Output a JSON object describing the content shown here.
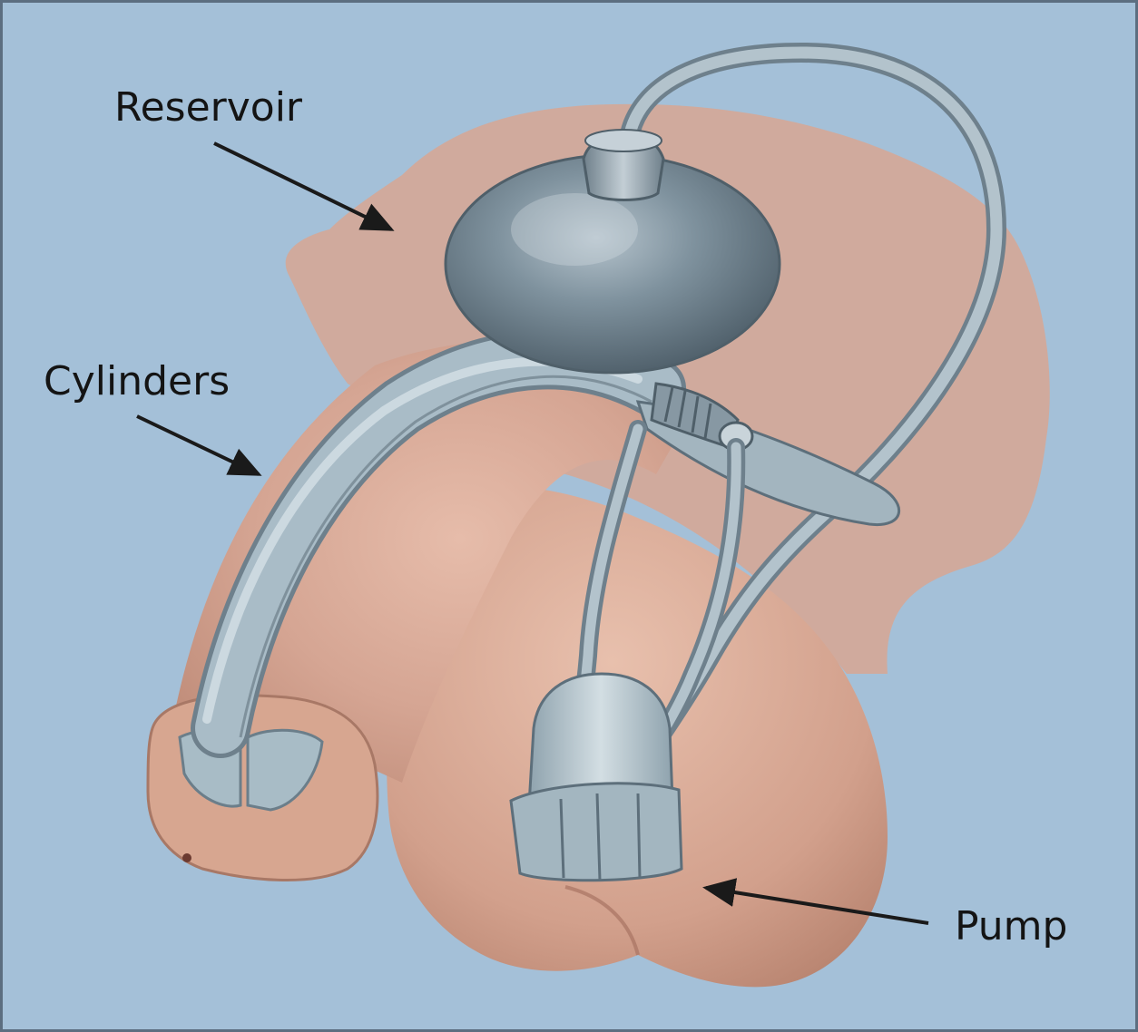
{
  "labels": {
    "reservoir": "Reservoir",
    "cylinders": "Cylinders",
    "pump": "Pump"
  },
  "colors": {
    "background": "#a4c0d8",
    "tissue": "#d8aa98",
    "device_metal": "#8fa1ad",
    "label_text": "#141414"
  }
}
